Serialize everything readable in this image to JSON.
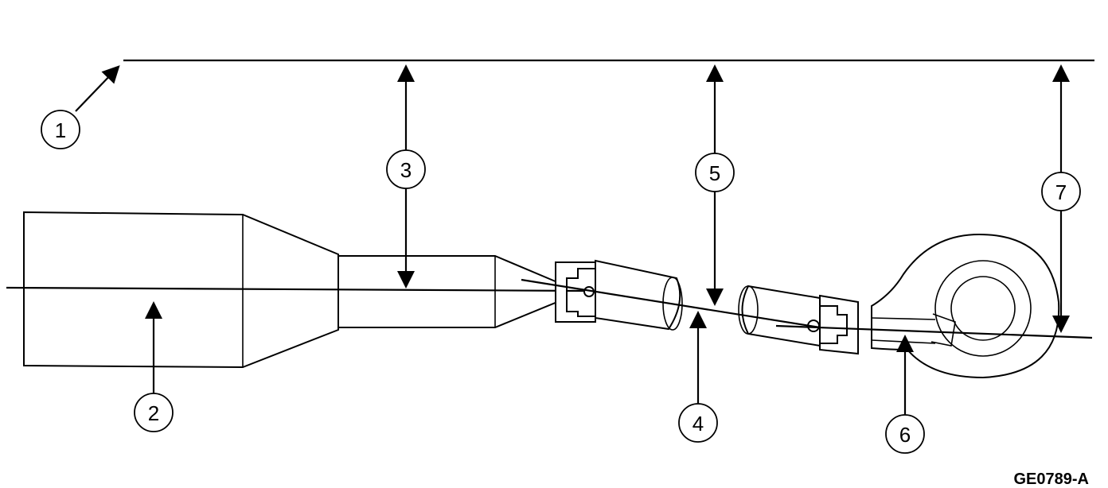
{
  "callouts": {
    "c1": "1",
    "c2": "2",
    "c3": "3",
    "c4": "4",
    "c5": "5",
    "c6": "6",
    "c7": "7"
  },
  "figure_code": "GE0789-A"
}
